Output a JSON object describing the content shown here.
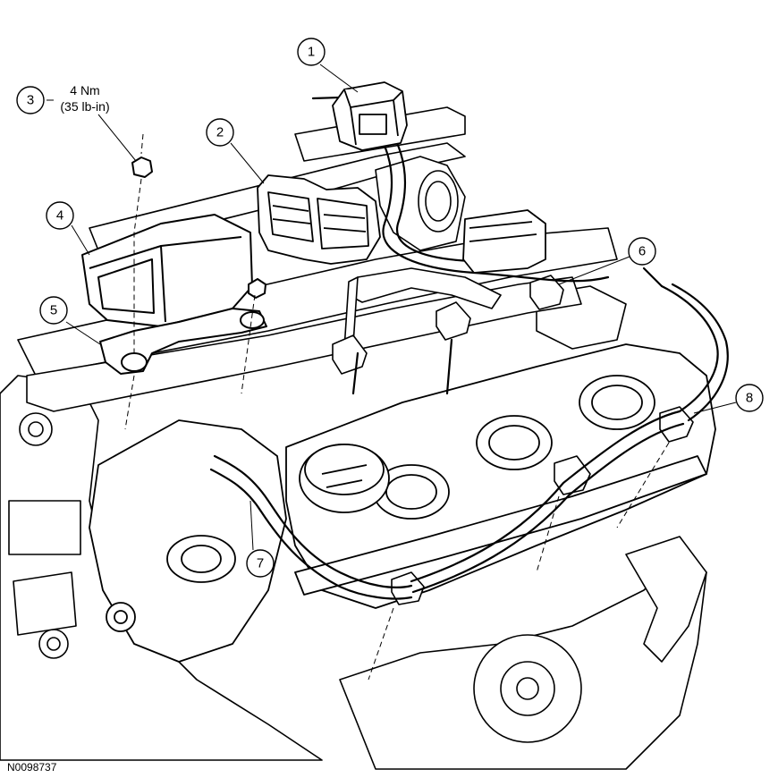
{
  "figure_id": "N0098737",
  "callouts": [
    {
      "number": "1"
    },
    {
      "number": "2"
    },
    {
      "number": "3"
    },
    {
      "number": "4"
    },
    {
      "number": "5"
    },
    {
      "number": "6"
    },
    {
      "number": "7"
    },
    {
      "number": "8"
    }
  ],
  "torque_spec": {
    "line1": "4 Nm",
    "line2": "(35 lb-in)"
  }
}
